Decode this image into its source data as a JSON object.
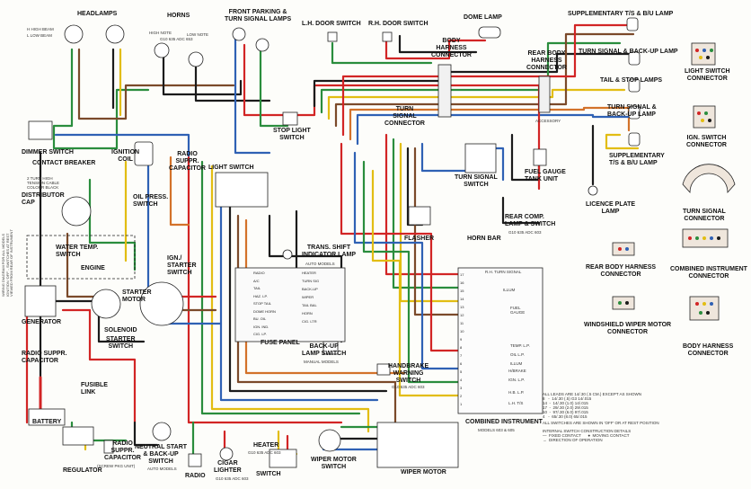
{
  "labels": {
    "headlamps": "HEADLAMPS",
    "hi_beam": "H HIGH BEAM",
    "lo_beam": "L LOW BEAM",
    "horns": "HORNS",
    "high_note": "HIGH NOTE",
    "low_note": "LOW NOTE",
    "horns_part": "G10 635 ADC 653",
    "front_parking": "FRONT PARKING &\nTURN SIGNAL LAMPS",
    "lh_door": "L.H. DOOR SWITCH",
    "rh_door": "R.H. DOOR SWITCH",
    "dome_lamp": "DOME LAMP",
    "body_harness_connector": "BODY\nHARNESS\nCONNECTOR",
    "supp_ts_bu_top": "SUPPLEMENTARY T/S & B/U LAMP",
    "rear_body_harness": "REAR BODY\nHARNESS\nCONNECTOR",
    "turn_signal_backup_lamp": "TURN SIGNAL & BACK-UP LAMP",
    "tail_stop_lamps": "TAIL & STOP LAMPS",
    "turn_signal_backup_lamp2": "TURN SIGNAL &\nBACK-UP LAMP",
    "supp_ts_bu_lower": "SUPPLEMENTARY\nT/S & B/U LAMP",
    "accessory": "ACCESSORY",
    "light_switch_connector": "LIGHT SWITCH\nCONNECTOR",
    "ign_switch_connector": "IGN. SWITCH\nCONNECTOR",
    "dimmer_switch": "DIMMER SWITCH",
    "contact_breaker": "CONTACT BREAKER",
    "tension_note": "2 TURN HIGH\nTENSION CABLE\nCOLOUR BLACK",
    "distributor_cap": "DISTRIBUTOR\nCAP",
    "ignition_coil": "IGNITION\nCOIL",
    "radio_suppr_cap_top": "RADIO\nSUPPR.\nCAPACITOR",
    "light_switch": "LIGHT SWITCH",
    "stop_light_switch": "STOP LIGHT\nSWITCH",
    "turn_signal_connector": "TURN\nSIGNAL\nCONNECTOR",
    "turn_signal_switch": "TURN SIGNAL\nSWITCH",
    "fuel_gauge_tank": "FUEL GAUGE\nTANK UNIT",
    "rear_comp_lamp": "REAR COMP.\nLAMP & SWITCH",
    "rear_comp_part": "G10 635 ADC 603",
    "horn_bar": "HORN BAR",
    "flasher": "FLASHER",
    "licence_plate": "LICENCE PLATE\nLAMP",
    "turn_signal_connector_right": "TURN SIGNAL\nCONNECTOR",
    "oil_press": "OIL PRESS.\nSWITCH",
    "water_temp": "WATER TEMP.\nSWITCH",
    "engine": "ENGINE",
    "trans_shift": "TRANS. SHIFT\nINDICATOR LAMP",
    "auto_models": "AUTO MODELS",
    "ign_starter": "IGN./\nSTARTER\nSWITCH",
    "starter_motor": "STARTER\nMOTOR",
    "generator": "GENERATOR",
    "solenoid": "SOLENOID",
    "starter_switch": "STARTER\nSWITCH",
    "radio_suppr_cap_left": "RADIO SUPPR.\nCAPACITOR",
    "fusible_link": "FUSIBLE\nLINK",
    "battery": "BATTERY",
    "fuse_panel": "FUSE PANEL",
    "backup_lamp_switch": "BACK-UP\nLAMP SWITCH",
    "manual_models": "MANUAL MODELS",
    "handbrake": "HANDBRAKE\nWARNING\nSWITCH",
    "handbrake_part": "G10 635 ADC 603",
    "rear_body_connector_legend": "REAR BODY HARNESS\nCONNECTOR",
    "combined_instrument_connector": "COMBINED INSTRUMENT\nCONNECTOR",
    "windshield_wiper_connector": "WINDSHIELD WIPER MOTOR\nCONNECTOR",
    "body_harness_connector_legend": "BODY HARNESS\nCONNECTOR",
    "regulator": "REGULATOR",
    "radio_suppr_cap_bottom": "RADIO\nSUPPR.\nCAPACITOR",
    "radio_cap_note": "(SCREW PKG UNIT)",
    "neutral_start": "NEUTRAL START\n& BACK-UP\nSWITCH",
    "neutral_auto": "AUTO MODELS",
    "radio": "RADIO",
    "cigar_lighter": "CIGAR\nLIGHTER",
    "cigar_part": "G10 635 ADC 603",
    "heater": "HEATER",
    "heater_part": "G10 635 ADC 603",
    "heater_switch": "SWITCH",
    "wiper_motor_switch": "WIPER MOTOR\nSWITCH",
    "wiper_motor": "WIPER MOTOR",
    "combined_instrument": "COMBINED INSTRUMENT",
    "combined_models": "MODELS 603 & 605",
    "lead_note": "ALL LEADS ARE 14/.30 (.5 CM.) EXCEPT AS SHOWN\n8   -  14/.30 (.5) G3 14/.015\n14  -  14/.30 (1.0) 14/.015\n17  -  29/.30 (2.0) 29/.015\n10  -  97/.30 (6.0) 97/.015\n4   -  65/.30 (8.0) 65/.015",
    "switch_note": "ALL SWITCHES ARE SHOWN IN 'OFF' OR AT REST POSITION",
    "legend_note": "INTERNAL SWITCH CONSTRUCTION DETAILS\n—  FIXED CONTACT      ●  MOVING CONTACT\n→  DIRECTION OF OPERATION",
    "rh_turn_signal": "R.H. TURN SIGNAL",
    "illum": "ILLUM",
    "fuel_gauge": "FUEL\nGAUGE",
    "temp_gauge": "TEMP. L.P.",
    "oil_lp": "OIL L.P.",
    "illum2": "ILLUM",
    "handbrake_lp": "H/BRAKE",
    "ign_lp": "IGN. L.P.",
    "hb_lp": "H.B. L.P.",
    "lh_ts": "L.H. T/S",
    "vertical_text": "WIRING DIAGRAM FOR ALL MODELS\nIGNITION 'OFF' - SWITCHES AT REST\nVIEWED FROM REAR OF INSTRUMENT",
    "fuse_rows": [
      "RADIO",
      "A/C",
      "TAIL",
      "HAZ. LP.",
      "STOP TAIL",
      "DOME HORN",
      "BU. OIL",
      "IGN. IND.",
      "CIG. LP."
    ],
    "fuse_rows_right": [
      "HEATER",
      "TURN SIG",
      "BACK-UP",
      "WIPER",
      "TAIL BAL",
      "HORN",
      "CIG. LTR"
    ],
    "instr_pins": [
      "17",
      "16",
      "15",
      "14",
      "13",
      "12",
      "11",
      "10",
      "9",
      "8",
      "7",
      "6",
      "5",
      "4",
      "3",
      "2",
      "1"
    ]
  },
  "colors": {
    "red": "#d22525",
    "blue": "#2f61b4",
    "green": "#2a8d3d",
    "yellow": "#e2bd12",
    "orange": "#d3722a",
    "brown": "#7b4a2a",
    "black": "#1b1b1b",
    "white_wire": "#f3f1e3"
  }
}
